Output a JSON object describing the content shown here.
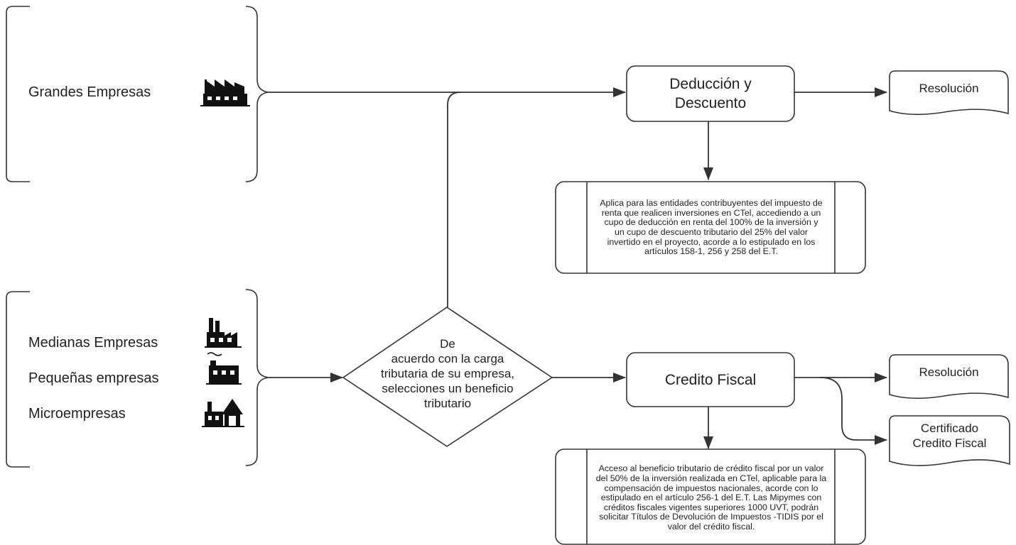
{
  "groups": {
    "large": {
      "label": "Grandes Empresas",
      "icon": "factory-icon"
    },
    "sme": [
      {
        "label": "Medianas Empresas",
        "icon": "factory-smokestack-icon"
      },
      {
        "label": "Pequeñas empresas",
        "icon": "small-factory-icon"
      },
      {
        "label": "Microempresas",
        "icon": "workshop-house-icon"
      }
    ]
  },
  "decision": {
    "text": "De\nacuerdo con la carga\ntributaria de su empresa,\nselecciones un beneficio\ntributario"
  },
  "benefits": {
    "deduction": {
      "title": "Deducción y\nDescuento",
      "output": "Resolución",
      "description": "Aplica para las entidades contribuyentes del impuesto de renta que realicen inversiones en CTel, accediendo a un cupo de deducción en renta del 100% de la inversión y un cupo de descuento tributario del 25% del valor invertido en el proyecto, acorde a lo estipulado en los artículos 158-1, 256 y 258 del E.T."
    },
    "credit": {
      "title": "Credito Fiscal",
      "outputs": [
        "Resolución",
        "Certificado\nCredito Fiscal"
      ],
      "description": "Acceso al beneficio tributario de crédito fiscal por un valor del 50% de la inversión realizada en CTel, aplicable para la compensación de impuestos nacionales, acorde con lo estipulado en el artículo 256-1 del E.T. Las Mipymes con créditos fiscales vigentes superiores 1000 UVT, podrán solicitar Títulos de Devolución de Impuestos -TIDIS por el valor del crédito fiscal."
    }
  },
  "colors": {
    "stroke": "#333333",
    "background": "#ffffff"
  }
}
